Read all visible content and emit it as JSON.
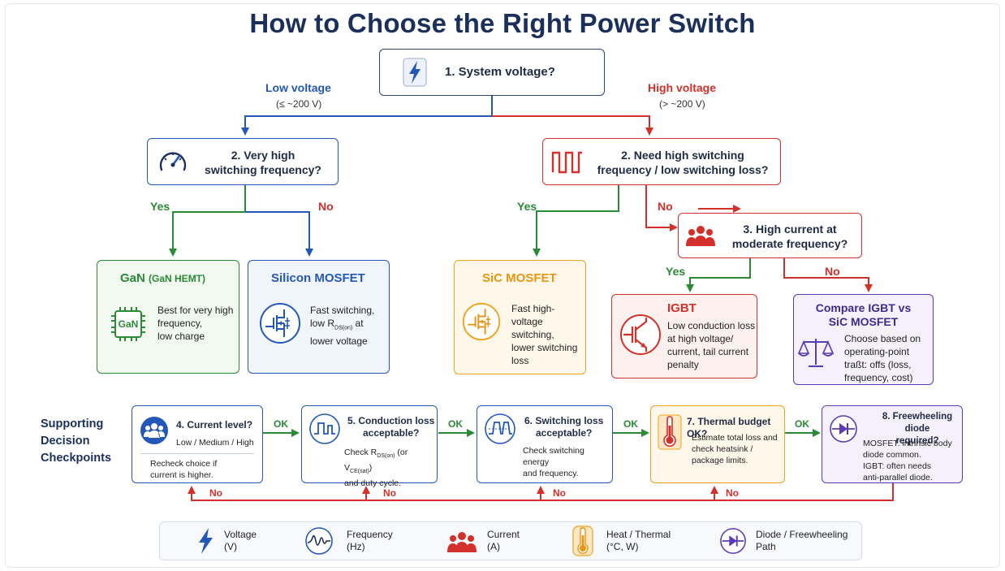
{
  "title": "How to Choose the Right Power Switch",
  "q1": {
    "label": "1. System voltage?"
  },
  "branches": {
    "low_label": "Low voltage",
    "low_sub": "(≤ ~200 V)",
    "high_label": "High voltage",
    "high_sub": "(> ~200 V)"
  },
  "q2_low": {
    "line1": "2. Very high",
    "line2": "switching frequency?"
  },
  "q2_high": {
    "line1": "2. Need high switching",
    "line2": "frequency / low switching loss?"
  },
  "q3": {
    "line1": "3. High current at",
    "line2": "moderate frequency?"
  },
  "edges": {
    "yes": "Yes",
    "no": "No",
    "ok": "OK"
  },
  "results": {
    "gan": {
      "title": "GaN",
      "title_sub": "(GaN HEMT)",
      "chip": "GaN",
      "d1": "Best for very high",
      "d2": "frequency,",
      "d3": "low charge"
    },
    "si": {
      "title": "Silicon MOSFET",
      "d1": "Fast switching,",
      "d2a": "low R",
      "d2sub": "DS(on)",
      "d2b": " at",
      "d3": "lower voltage"
    },
    "sic": {
      "title": "SiC MOSFET",
      "d1": "Fast high-voltage",
      "d2": "switching,",
      "d3": "lower switching",
      "d4": "loss"
    },
    "igbt": {
      "title": "IGBT",
      "d1": "Low conduction loss",
      "d2": "at high voltage/",
      "d3": "current, tail current",
      "d4": "penalty"
    },
    "compare": {
      "t1": "Compare IGBT vs",
      "t2": "SiC MOSFET",
      "d1": "Choose based on",
      "d2": "operating-point",
      "d3": "traßt: offs (loss,",
      "d4": "frequency, cost)"
    }
  },
  "support": {
    "label1": "Supporting",
    "label2": "Decision",
    "label3": "Checkpoints",
    "s4": {
      "title": "4. Current level?",
      "d1": "Low / Medium / High",
      "n1": "Recheck choice if",
      "n2": "current is higher."
    },
    "s5": {
      "t1": "5. Conduction loss",
      "t2": "acceptable?",
      "d1a": "Check R",
      "d1sub1": "DS(on)",
      "d1b": " (or V",
      "d1sub2": "CE(sat)",
      "d1c": ")",
      "d2": "and duty cycle."
    },
    "s6": {
      "t1": "6. Switching loss",
      "t2": "acceptable?",
      "d1": "Check switching energy",
      "d2": "and frequency."
    },
    "s7": {
      "t1": "7. Thermal budget OK?",
      "d1": "Estimate total loss and",
      "d2": "check heatsink /",
      "d3": "package limits."
    },
    "s8": {
      "t1": "8. Freewheeling diode",
      "t2": "required?",
      "d1": "MOSFET: intrinsic body",
      "d2": "diode common.",
      "d3": "IGBT: often needs",
      "d4": "anti-parallel diode."
    }
  },
  "legend": {
    "voltage": {
      "l1": "Voltage",
      "l2": "(V)"
    },
    "frequency": {
      "l1": "Frequency",
      "l2": "(Hz)"
    },
    "current": {
      "l1": "Current",
      "l2": "(A)"
    },
    "heat": {
      "l1": "Heat / Thermal",
      "l2": "(°C, W)"
    },
    "diode": {
      "l1": "Diode / Freewheeling",
      "l2": "Path"
    }
  },
  "colors": {
    "navy": "#1b2f5b",
    "blue": "#2458b8",
    "red": "#d2302a",
    "green": "#2a8a36",
    "orange": "#f0a21d",
    "purple": "#5b3bb5"
  }
}
